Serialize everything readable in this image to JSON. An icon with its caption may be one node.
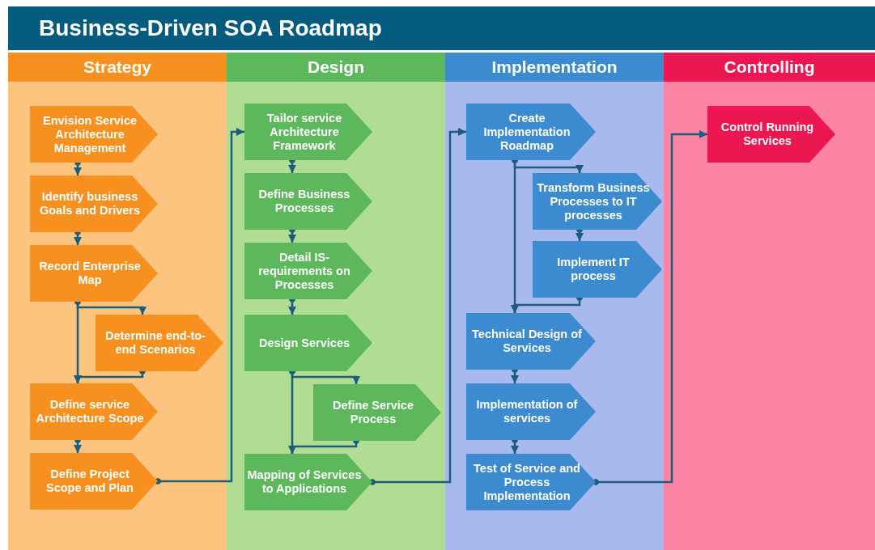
{
  "diagram": {
    "title": "Business-Driven SOA Roadmap",
    "nodes": [
      {
        "text": [
          "Strategy"
        ]
      },
      {
        "text": [
          "Design"
        ]
      },
      {
        "text": [
          "Implementation"
        ]
      },
      {
        "text": [
          "Controlling"
        ]
      },
      {
        "text": [
          "Envision Service Architecture Management"
        ],
        "in": 0
      },
      {
        "text": [
          "Identify business Goals and Drivers"
        ],
        "in": 0
      },
      {
        "text": [
          "Record Enterprise Map"
        ],
        "in": 0
      },
      {
        "text": [
          "Determine end-to-end Scenarios"
        ],
        "in": 0
      },
      {
        "text": [
          "Define service Architecture Scope"
        ],
        "in": 0
      },
      {
        "text": [
          "Define Project Scope and Plan"
        ],
        "in": 0
      },
      {
        "text": [
          "Tailor service Architecture Framework"
        ],
        "in": 1
      },
      {
        "text": [
          "Define Business Processes"
        ],
        "in": 1
      },
      {
        "text": [
          "Detail IS-requirements on Processes"
        ],
        "in": 1
      },
      {
        "text": [
          "Design Services"
        ],
        "in": 1
      },
      {
        "text": [
          "Define Service Process"
        ],
        "in": 1
      },
      {
        "text": [
          "Mapping of Services to Applications"
        ],
        "in": 1
      },
      {
        "text": [
          "Create Implementation Roadmap"
        ],
        "in": 2
      },
      {
        "text": [
          "Transform Business Processes to IT processes"
        ],
        "in": 2
      },
      {
        "text": [
          "Implement IT process"
        ],
        "in": 2
      },
      {
        "text": [
          "Technical Design of Services"
        ],
        "in": 2
      },
      {
        "text": [
          "Implementation of services"
        ],
        "in": 2
      },
      {
        "text": [
          "Test of Service and Process Implementation"
        ],
        "in": 2
      },
      {
        "text": [
          "Control Running Services"
        ],
        "in": 3
      }
    ],
    "edges": [
      {
        "from": 4,
        "to": 5,
        "arrow": "to"
      },
      {
        "from": 5,
        "to": 6,
        "arrow": "to"
      },
      {
        "from": 6,
        "to": 7,
        "arrow": "to"
      },
      {
        "from": 6,
        "to": 8,
        "arrow": "to"
      },
      {
        "from": 7,
        "to": 8,
        "arrow": "to"
      },
      {
        "from": 8,
        "to": 9,
        "arrow": "to"
      },
      {
        "from": 9,
        "to": 10,
        "arrow": "to"
      },
      {
        "from": 10,
        "to": 11,
        "arrow": "to"
      },
      {
        "from": 11,
        "to": 12,
        "arrow": "to"
      },
      {
        "from": 12,
        "to": 13,
        "arrow": "to"
      },
      {
        "from": 13,
        "to": 14,
        "arrow": "to"
      },
      {
        "from": 13,
        "to": 15,
        "arrow": "to"
      },
      {
        "from": 14,
        "to": 15,
        "arrow": "to"
      },
      {
        "from": 15,
        "to": 16,
        "arrow": "to"
      },
      {
        "from": 16,
        "to": 17,
        "arrow": "to"
      },
      {
        "from": 17,
        "to": 18,
        "arrow": "to"
      },
      {
        "from": 18,
        "to": 19,
        "arrow": "to"
      },
      {
        "from": 16,
        "to": 19,
        "arrow": "to"
      },
      {
        "from": 19,
        "to": 20,
        "arrow": "to"
      },
      {
        "from": 20,
        "to": 21,
        "arrow": "to"
      },
      {
        "from": 21,
        "to": 22,
        "arrow": "to"
      }
    ]
  }
}
